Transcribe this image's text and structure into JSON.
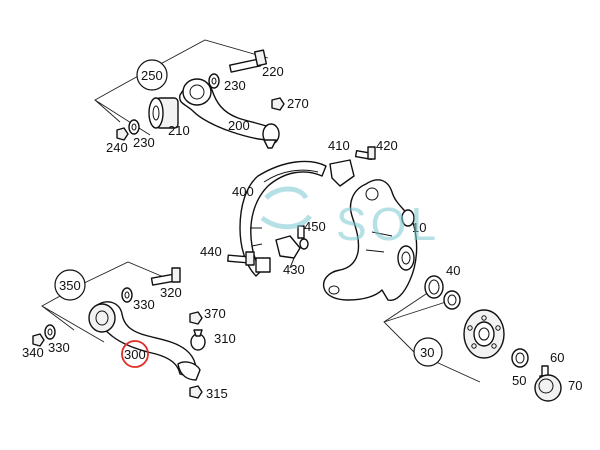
{
  "callouts": {
    "c10": "10",
    "c30": "30",
    "c40": "40",
    "c50": "50",
    "c60": "60",
    "c70": "70",
    "c200": "200",
    "c210": "210",
    "c220": "220",
    "c230a": "230",
    "c230b": "230",
    "c240": "240",
    "c250": "250",
    "c270": "270",
    "c300": "300",
    "c310": "310",
    "c315": "315",
    "c320": "320",
    "c330a": "330",
    "c330b": "330",
    "c340": "340",
    "c350": "350",
    "c370": "370",
    "c400": "400",
    "c410": "410",
    "c420": "420",
    "c430": "430",
    "c440": "440",
    "c450": "450"
  },
  "watermark": {
    "text": "SOL",
    "color": "#78c8d2"
  },
  "highlight": {
    "color": "#e0302a",
    "target": "300"
  }
}
